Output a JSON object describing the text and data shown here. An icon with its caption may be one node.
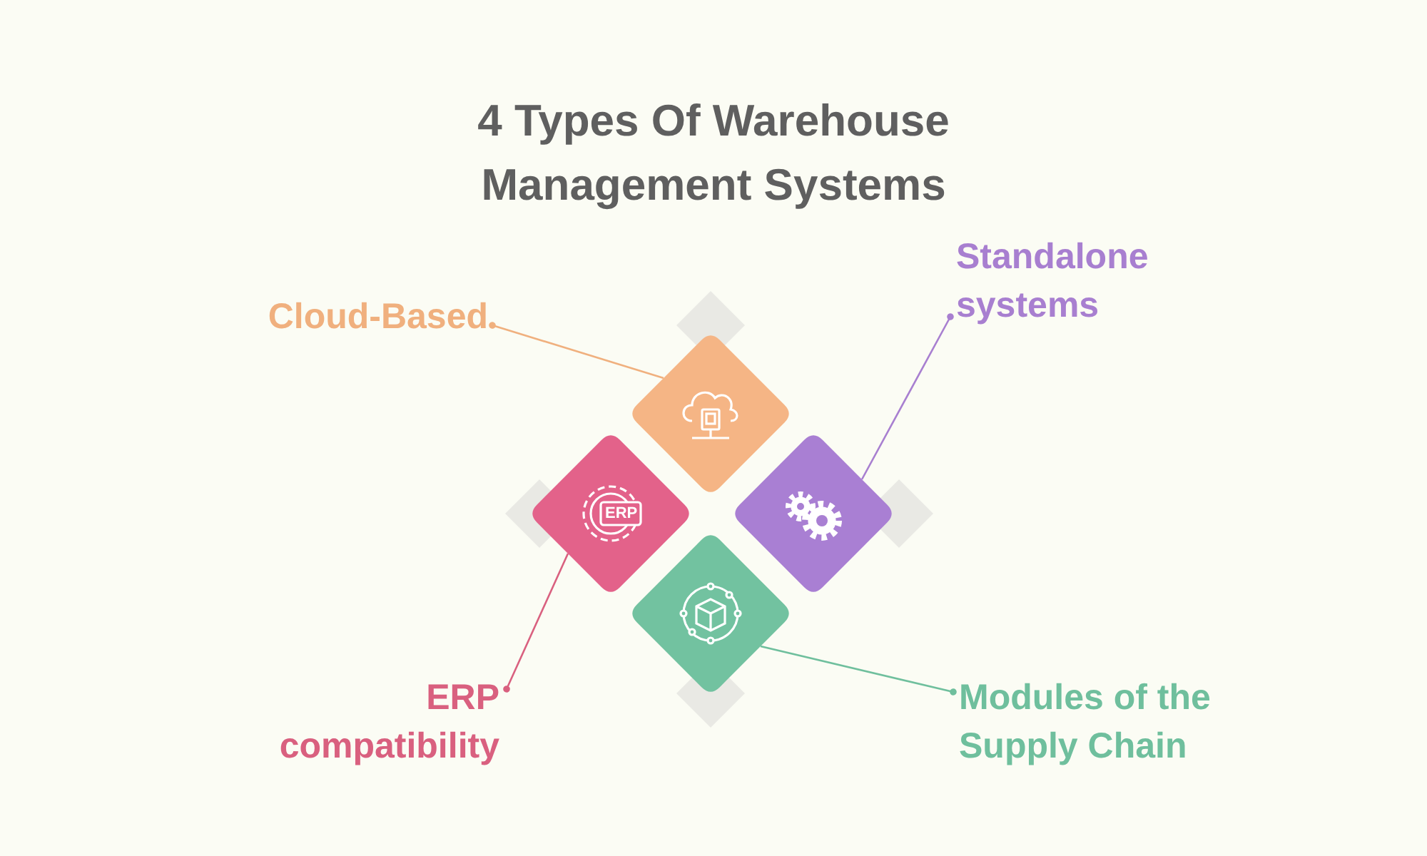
{
  "diagram": {
    "title": "4 Types Of Warehouse Management Systems",
    "nodes": [
      {
        "text": [
          "Standalone systems"
        ]
      },
      {
        "text": [
          "Cloud-Based"
        ]
      },
      {
        "text": [],
        "shape": "diamond"
      },
      {
        "text": [
          "ERP"
        ]
      },
      {
        "text": [],
        "shape": "diamond"
      },
      {
        "text": [],
        "shape": "diamond"
      },
      {
        "text": [
          "ERP compatibility"
        ]
      },
      {
        "text": [
          "Modules of the Supply Chain"
        ]
      }
    ],
    "edges": [
      {
        "from": 0,
        "to": 4,
        "arrow": "other",
        "color": "#a87fd0"
      },
      {
        "from": 1,
        "to": 2,
        "arrow": "other",
        "color": "#f0b07e"
      },
      {
        "from": 6,
        "to": 3,
        "arrow": "other",
        "color": "#d9607f"
      },
      {
        "from": 7,
        "to": 5,
        "arrow": "other",
        "color": "#6fbf9d"
      }
    ]
  }
}
